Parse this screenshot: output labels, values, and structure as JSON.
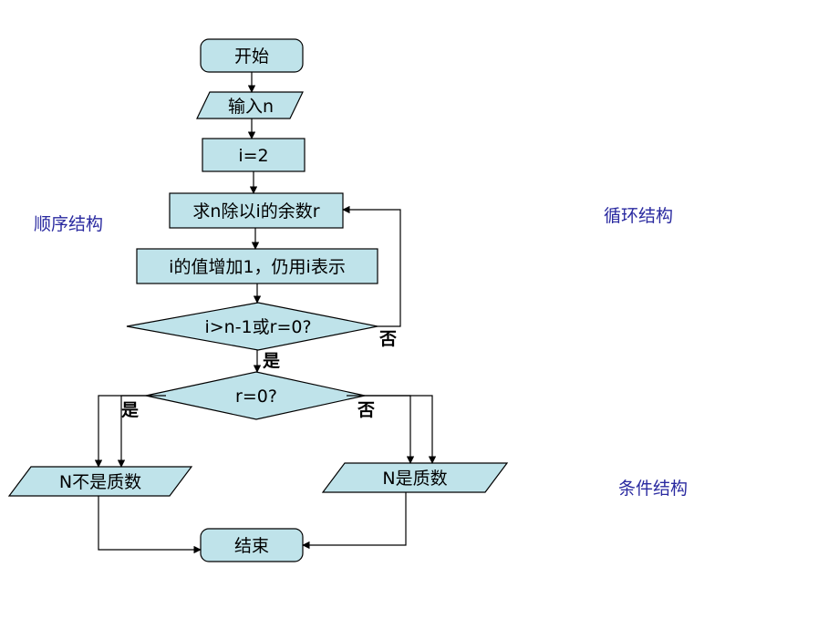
{
  "flowchart": {
    "nodes": {
      "start": "开始",
      "input": "输入n",
      "init": "i=2",
      "remainder": "求n除以i的余数r",
      "increment": "i的值增加1，仍用i表示",
      "loop_check": "i>n-1或r=0?",
      "remainder_check": "r=0?",
      "not_prime": "N不是质数",
      "is_prime": "N是质数",
      "end": "结束"
    },
    "edge_labels": {
      "loop_no": "否",
      "loop_yes": "是",
      "check_yes": "是",
      "check_no": "否"
    },
    "side_labels": {
      "sequence": "顺序结构",
      "loop": "循环结构",
      "condition": "条件结构"
    }
  },
  "colors": {
    "node_fill": "#bfe3ea",
    "stroke": "#000000",
    "side_label": "#2a2aa0"
  }
}
